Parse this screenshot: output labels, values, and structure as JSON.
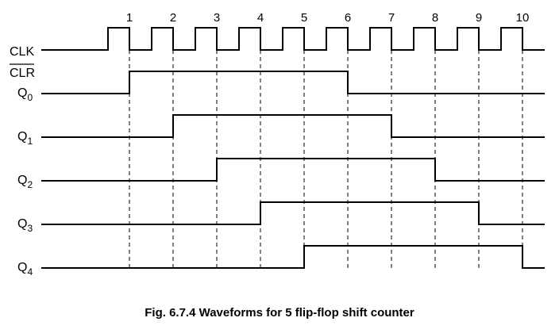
{
  "diagram": {
    "pulse_numbers": [
      "1",
      "2",
      "3",
      "4",
      "5",
      "6",
      "7",
      "8",
      "9",
      "10"
    ],
    "clk": {
      "label": "CLK"
    },
    "clr": {
      "label": "CLR",
      "overline": true,
      "high_from_pulse": 1,
      "low_from_pulse": null
    },
    "outputs": [
      {
        "label": "Q",
        "sub": "0",
        "high_from_pulse": 1,
        "low_from_pulse": 6
      },
      {
        "label": "Q",
        "sub": "1",
        "high_from_pulse": 2,
        "low_from_pulse": 7
      },
      {
        "label": "Q",
        "sub": "2",
        "high_from_pulse": 3,
        "low_from_pulse": 8
      },
      {
        "label": "Q",
        "sub": "3",
        "high_from_pulse": 4,
        "low_from_pulse": 9
      },
      {
        "label": "Q",
        "sub": "4",
        "high_from_pulse": 5,
        "low_from_pulse": 10
      }
    ]
  },
  "caption": "Fig. 6.7.4 Waveforms for 5 flip-flop shift counter"
}
